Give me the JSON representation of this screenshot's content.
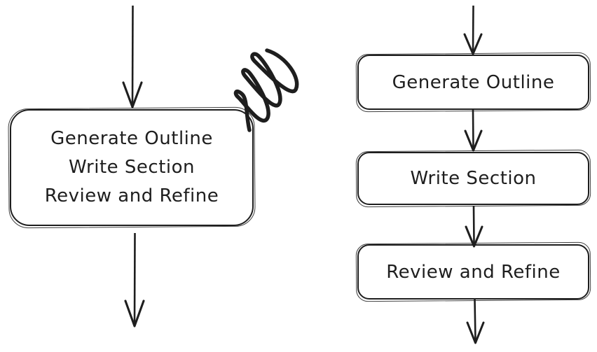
{
  "canvas": {
    "background": "#ffffff",
    "ink_color": "#1e1e1e"
  },
  "left_flow": {
    "description": "single combined node crossed out with a scribble",
    "node_lines": [
      "Generate Outline",
      "Write Section",
      "Review and Refine"
    ],
    "annotation": "scribble-mark"
  },
  "right_flow": {
    "description": "three sequential nodes",
    "nodes": [
      {
        "label": "Generate Outline"
      },
      {
        "label": "Write Section"
      },
      {
        "label": "Review and Refine"
      }
    ]
  }
}
